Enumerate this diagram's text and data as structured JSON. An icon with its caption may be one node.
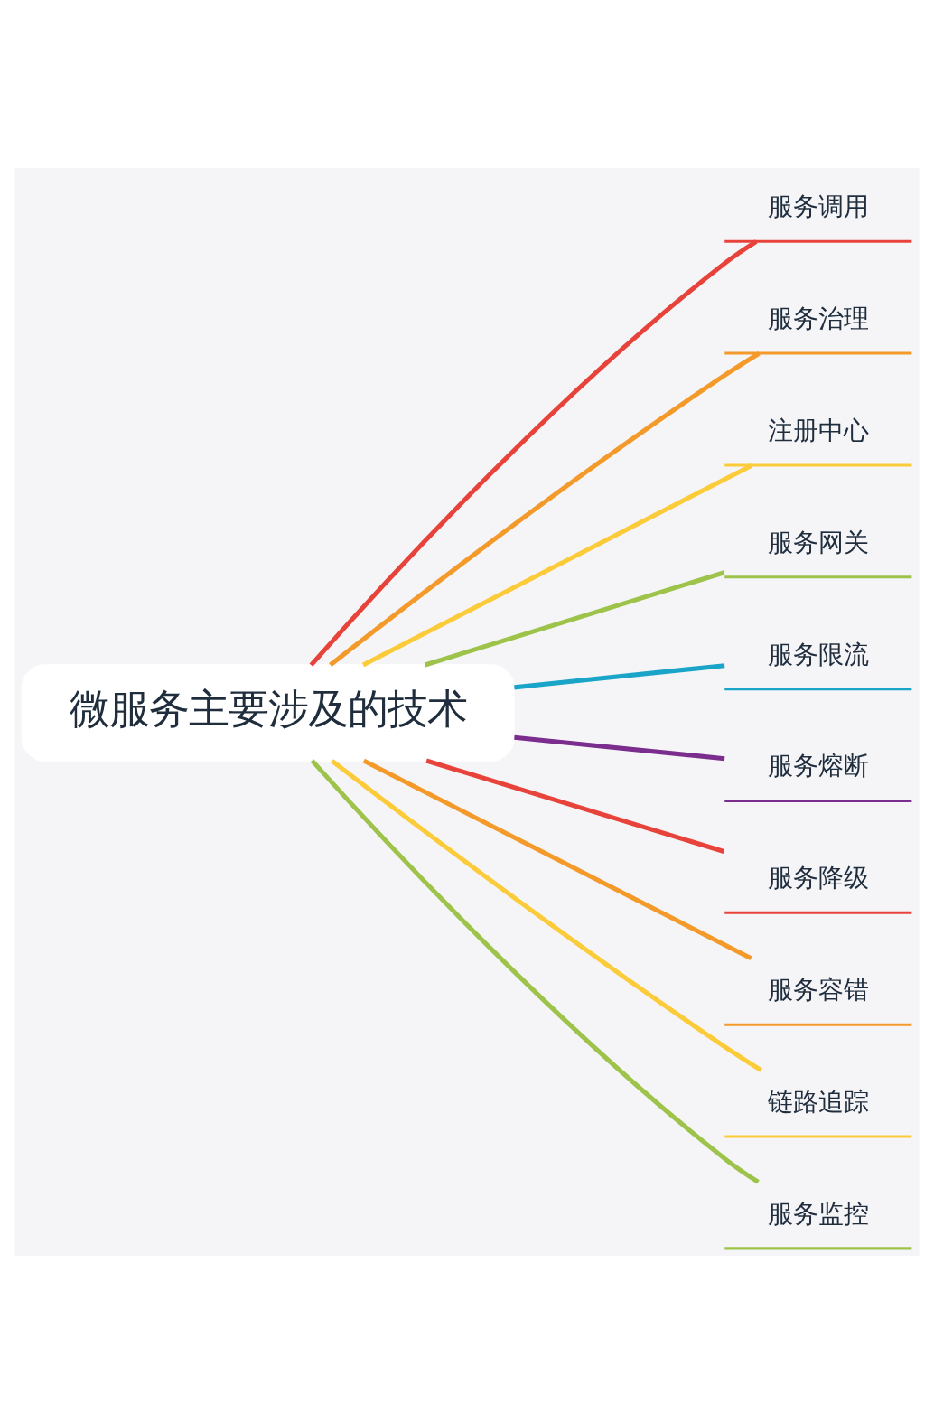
{
  "diagram": {
    "nodes": [
      {
        "text": [
          "微服务主要涉及的技术"
        ]
      },
      {
        "text": [
          "服务调用"
        ]
      },
      {
        "text": [
          "服务治理"
        ]
      },
      {
        "text": [
          "注册中心"
        ]
      },
      {
        "text": [
          "服务网关"
        ]
      },
      {
        "text": [
          "服务限流"
        ]
      },
      {
        "text": [
          "服务熔断"
        ]
      },
      {
        "text": [
          "服务降级"
        ]
      },
      {
        "text": [
          "服务容错"
        ]
      },
      {
        "text": [
          "链路追踪"
        ]
      },
      {
        "text": [
          "服务监控"
        ]
      }
    ],
    "edges": [
      {
        "from": 0,
        "to": 1,
        "arrow": "none",
        "color": "#e8433a"
      },
      {
        "from": 0,
        "to": 2,
        "arrow": "none",
        "color": "#f39a2b"
      },
      {
        "from": 0,
        "to": 3,
        "arrow": "none",
        "color": "#fbcb3a"
      },
      {
        "from": 0,
        "to": 4,
        "arrow": "none",
        "color": "#9dc34a"
      },
      {
        "from": 0,
        "to": 5,
        "arrow": "none",
        "color": "#1aa4c8"
      },
      {
        "from": 0,
        "to": 6,
        "arrow": "none",
        "color": "#7b2d8e"
      },
      {
        "from": 0,
        "to": 7,
        "arrow": "none",
        "color": "#e8433a"
      },
      {
        "from": 0,
        "to": 8,
        "arrow": "none",
        "color": "#f39a2b"
      },
      {
        "from": 0,
        "to": 9,
        "arrow": "none",
        "color": "#fbcb3a"
      },
      {
        "from": 0,
        "to": 10,
        "arrow": "none",
        "color": "#9dc34a"
      }
    ]
  }
}
